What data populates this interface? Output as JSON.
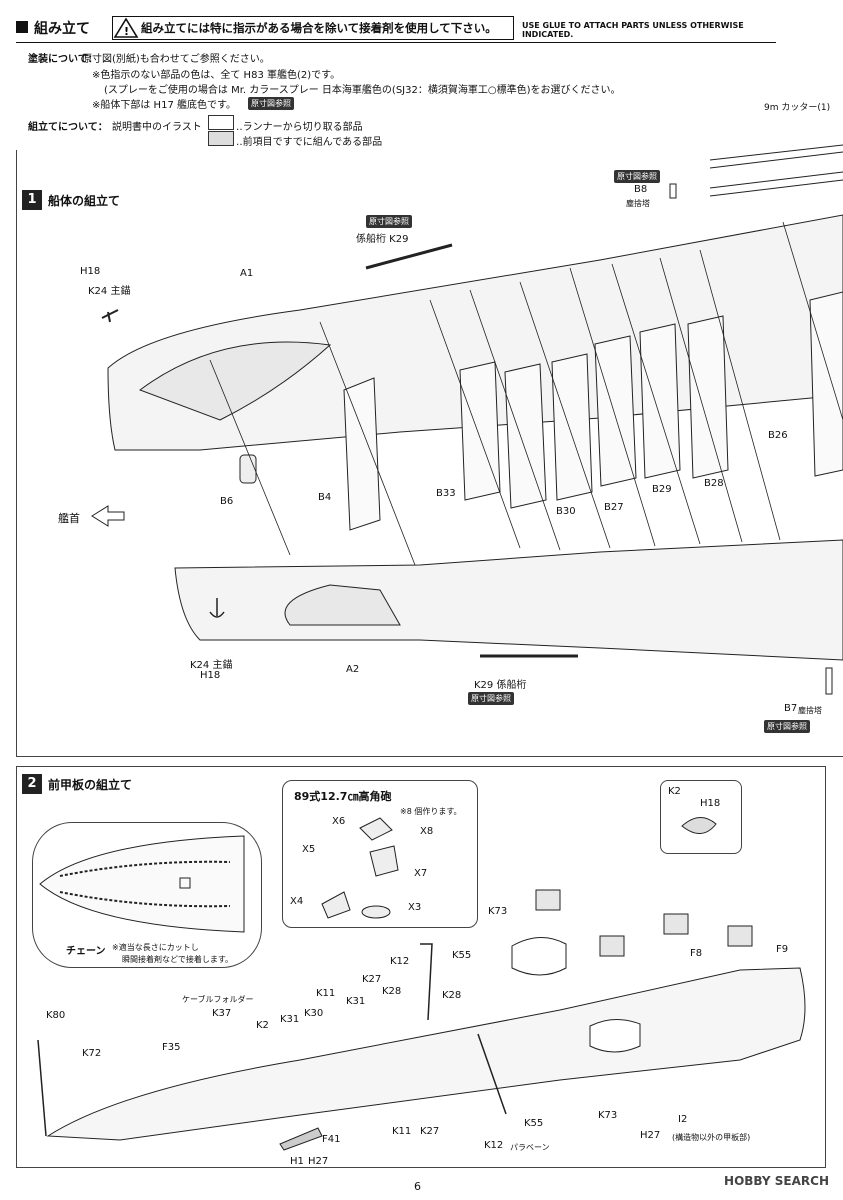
{
  "header": {
    "title": "組み立て",
    "warning": "組み立てには特に指示がある場合を除いて接着剤を使用して下さい。",
    "english": "USE GLUE TO ATTACH PARTS UNLESS OTHERWISE INDICATED."
  },
  "painting": {
    "heading": "塗装について：",
    "line1": "原寸図(別紙)も合わせてご参照ください。",
    "line2": "※色指示のない部品の色は、全て H83 軍艦色(2)です。",
    "line3": "(スプレーをご使用の場合は Mr. カラースプレー 日本海軍艦色の(SJ32：横須賀海軍工○標準色)をお選びください。",
    "line4": "※船体下部は H17 艦底色です。",
    "ref_tag": "原寸図参照"
  },
  "assembly_note": {
    "heading": "組立てについて：",
    "text": "説明書中のイラスト",
    "legend1": "‥ランナーから切り取る部品",
    "legend2": "‥前項目ですでに組んである部品"
  },
  "corner_label": "9m カッター(1)",
  "step1": {
    "number": "1",
    "title": "船体の組立て",
    "labels": {
      "h18_top": "H18",
      "k24_top": "K24 主錨",
      "a1": "A1",
      "ref_k29": "原寸図参照",
      "k29_top": "係船桁 K29",
      "ref_b8": "原寸図参照",
      "b8": "B8",
      "b8_sub": "塵捨塔",
      "b6": "B6",
      "b4": "B4",
      "b33": "B33",
      "b30": "B30",
      "b27": "B27",
      "b29": "B29",
      "b28": "B28",
      "b26": "B26",
      "bow": "艦首",
      "k24_bot": "K24 主錨",
      "h18_bot": "H18",
      "a2": "A2",
      "k29_bot": "K29 係船桁",
      "ref_k29_bot": "原寸図参照",
      "b7": "B7",
      "b7_sub": "塵捨塔",
      "ref_b7": "原寸図参照"
    }
  },
  "step2": {
    "number": "2",
    "title": "前甲板の組立て",
    "inset_gun_title": "89式12.7㎝高角砲",
    "inset_gun_note": "※8 個作ります。",
    "gun_labels": [
      "X6",
      "X8",
      "X5",
      "X7",
      "X4",
      "X3"
    ],
    "inset_k2": "K2",
    "inset_k2_h": "H18",
    "chain_label": "チェーン",
    "chain_note1": "※適当な長さにカットし",
    "chain_note2": "瞬間接着剤などで接着します。",
    "labels": {
      "k73_top": "K73",
      "k12_top": "K12",
      "k55_top": "K55",
      "f8": "F8",
      "f9": "F9",
      "cable": "ケーブルフォルダー",
      "k37": "K37",
      "k11_top": "K11",
      "k31_top": "K31",
      "k27_top": "K27",
      "k28_top": "K28",
      "k28_mid": "K28",
      "k80": "K80",
      "k2": "K2",
      "k31": "K31",
      "k30": "K30",
      "k72": "K72",
      "f35": "F35",
      "k73_bot": "K73",
      "i2": "I2",
      "h27_i2": "H27",
      "i2_note": "(構造物以外の甲板部)",
      "k55_bot": "K55",
      "k11_bot": "K11",
      "k27_bot": "K27",
      "k12_bot": "K12",
      "paravane": "パラベーン",
      "f41": "F41",
      "h1": "H1",
      "h27": "H27"
    }
  },
  "page_number": "6",
  "watermark": "HOBBY SEARCH"
}
